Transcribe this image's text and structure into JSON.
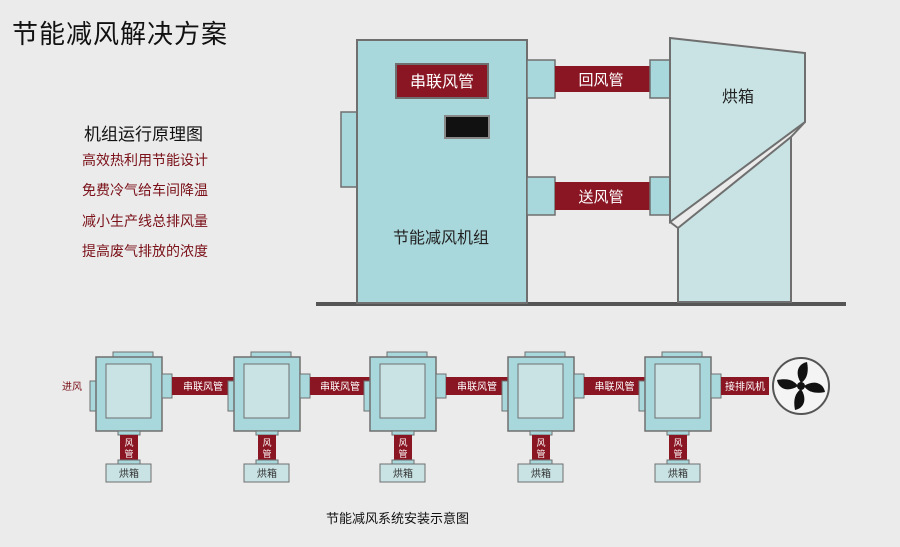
{
  "title": "节能减风解决方案",
  "principle": {
    "heading": "机组运行原理图",
    "items": [
      "高效热利用节能设计",
      "免费冷气给车间降温",
      "减小生产线总排风量",
      "提高废气排放的浓度"
    ]
  },
  "top_diagram": {
    "series_pipe_label": "串联风管",
    "unit_label": "节能减风机组",
    "return_duct_label": "回风管",
    "supply_duct_label": "送风管",
    "oven_label": "烘箱"
  },
  "bottom_diagram": {
    "inlet_label": "进风",
    "series_pipe_label": "串联风管",
    "exhaust_fan_label": "接排风机",
    "duct_label_chars": [
      "风",
      "管"
    ],
    "oven_label": "烘箱",
    "unit_count": 5
  },
  "caption": "节能减风系统安装示意图",
  "colors": {
    "unit_fill": "#a9d8dc",
    "outline": "#6f6f6f",
    "duct_red": "#8a1623",
    "oven_fill": "#c9e3e4",
    "benefit_text": "#7a1018",
    "background": "#ebebeb"
  },
  "icons": [
    "fan-icon",
    "display-panel-icon"
  ]
}
